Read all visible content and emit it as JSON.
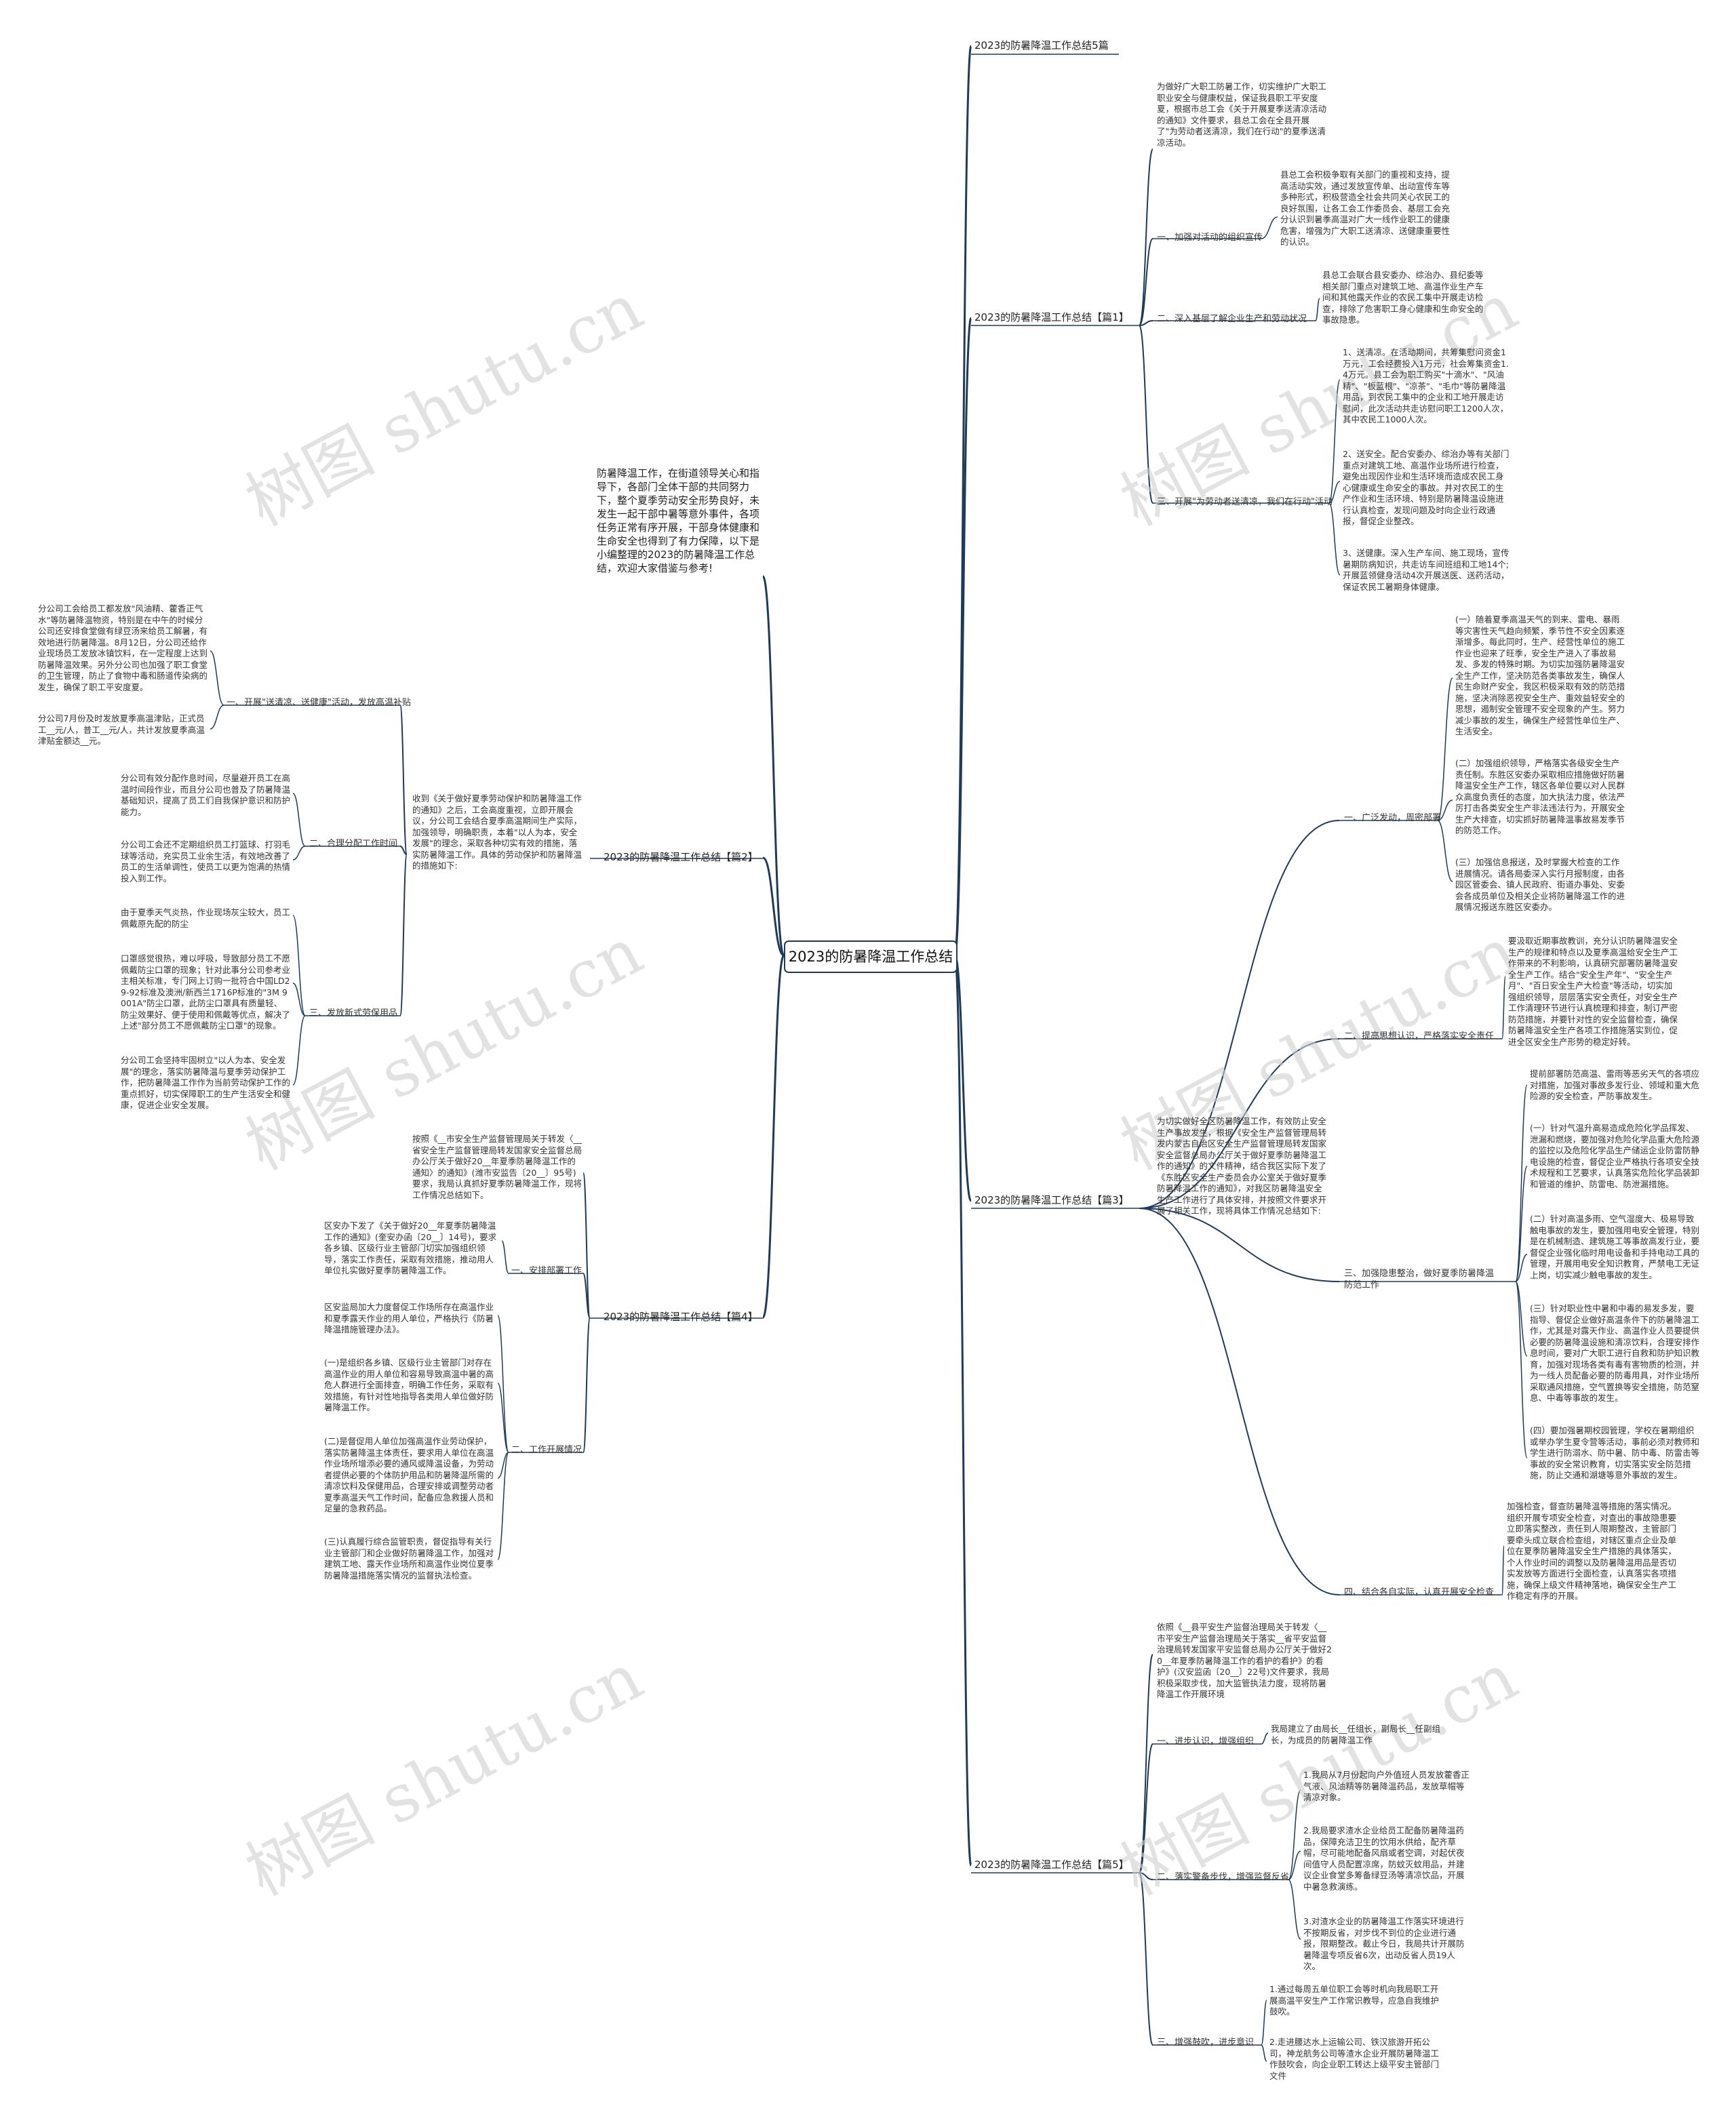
{
  "root": "2023的防暑降温工作总结",
  "intro": "防暑降温工作，在街道领导关心和指导下，各部门全体干部的共同努力下，整个夏季劳动安全形势良好，未发生一起干部中暑等意外事件，各项任务正常有序开展，干部身体健康和生命安全也得到了有力保障，以下是小编整理的2023的防暑降温工作总结，欢迎大家借鉴与参考!",
  "watermark": "树图 shutu.cn",
  "sections": {
    "s0": "2023的防暑降温工作总结5篇",
    "s1": "2023的防暑降温工作总结【篇1】",
    "s2": "2023的防暑降温工作总结【篇2】",
    "s3": "2023的防暑降温工作总结【篇3】",
    "s4": "2023的防暑降温工作总结【篇4】",
    "s5": "2023的防暑降温工作总结【篇5】"
  },
  "p1": {
    "intro": "为做好广大职工防暑工作，切实维护广大职工职业安全与健康权益，保证我县职工平安度夏，根据市总工会《关于开展夏季送清凉活动的通知》文件要求，县总工会在全县开展了\"为劳动者送清凉，我们在行动\"的夏季送清凉活动。",
    "b1_label": "一、加强对活动的组织宣传",
    "b1_text": "县总工会积极争取有关部门的重视和支持，提高活动实效，通过发放宣传单、出动宣传车等多种形式，积极营造全社会共同关心农民工的良好氛围，让各工会工作委员会、基层工会充分认识到暑季高温对广大一线作业职工的健康危害，增强为广大职工送清凉、送健康重要性的认识。",
    "b2_label": "二、深入基层了解企业生产和劳动状况",
    "b2_text": "县总工会联合县安委办、综治办、县纪委等相关部门重点对建筑工地、高温作业生产车间和其他露天作业的农民工集中开展走访检查，排除了危害职工身心健康和生命安全的事故隐患。",
    "b3_label": "三、开展\"为劳动者送清凉，我们在行动\"活动",
    "b3_i1": "1、送清凉。在活动期间，共筹集慰问资金1万元，工会经费投入1万元，社会筹集资金1.4万元。县工会为职工购买\"十滴水\"、\"风油精\"、\"板蓝根\"、\"凉茶\"、\"毛巾\"等防暑降温用品，到农民工集中的企业和工地开展走访慰问，此次活动共走访慰问职工1200人次，其中农民工1000人次。",
    "b3_i2": "2、送安全。配合安委办、综治办等有关部门重点对建筑工地、高温作业场所进行检查，避免出现因作业和生活环境而造成农民工身心健康或生命安全的事故。并对农民工的生产作业和生活环境、特别是防暑降温设施进行认真检查，发现问题及时向企业行政通报，督促企业整改。",
    "b3_i3": "3、送健康。深入生产车间、施工现场，宣传暑期防病知识，共走访车间班组和工地14个;开展蓝领健身活动4次开展送医、送药活动，保证农民工暑期身体健康。"
  },
  "p2": {
    "intro": "收到《关于做好夏季劳动保护和防暑降温工作的通知》之后，工会高度重视，立即开展会议，分公司工会结合夏季高温期间生产实际，加强领导，明确职责，本着\"以人为本，安全发展\"的理念，采取各种切实有效的措施，落实防暑降温工作。具体的劳动保护和防暑降温的措施如下:",
    "b1_label": "一、开展\"送清凉、送健康\"活动，发放高温补贴",
    "b1_t1": "分公司工会给员工都发放\"风油精、藿香正气水\"等防暑降温物资，特别是在中午的时候分公司还安排食堂做有绿豆汤来给员工解暑，有效地进行防暑降温。8月12日，分公司还给作业现场员工发放冰镇饮料，在一定程度上达到防暑降温效果。另外分公司也加强了职工食堂的卫生管理，防止了食物中毒和肠道传染病的发生，确保了职工平安度夏。",
    "b1_t2": "分公司7月份及时发放夏季高温津贴，正式员工__元/人，普工__元/人，共计发放夏季高温津贴金额达__元。",
    "b2_label": "二、合理分配工作时间",
    "b2_t1": "分公司有效分配作息时间，尽量避开员工在高温时间段作业，而且分公司也普及了防暑降温基础知识，提高了员工们自我保护意识和防护能力。",
    "b2_t2": "分公司工会还不定期组织员工打篮球、打羽毛球等活动，充实员工业余生活，有效地改善了员工的生活单调性，使员工以更为饱满的热情投入到工作。",
    "b3_label": "三、发放新式劳保用品",
    "b3_t1": "由于夏季天气炎热，作业现场灰尘较大，员工佩戴原先配的防尘",
    "b3_t2": "口罩感觉很热，难以呼吸，导致部分员工不愿佩戴防尘口罩的现象；针对此事分公司参考业主相关标准，专门网上订购一批符合中国LD29-92标准及澳洲/新西兰1716P标准的\"3M 9001A\"防尘口罩，此防尘口罩具有质量轻、防尘效果好、便于使用和佩戴等优点，解决了上述\"部分员工不愿佩戴防尘口罩\"的现象。",
    "b3_t3": "分公司工会坚持牢固树立\"以人为本、安全发展\"的理念，落实防暑降温与夏季劳动保护工作，把防暑降温工作作为当前劳动保护工作的重点抓好，切实保障职工的生产生活安全和健康，促进企业安全发展。"
  },
  "p3": {
    "intro": "为切实做好全区防暑降温工作，有效防止安全生产事故发生，根据《安全生产监督管理局转发内蒙古自治区安全生产监督管理局转发国家安全监督总局办公厅关于做好夏季防暑降温工作的通知》的文件精神，结合我区实际下发了《东胜区安全生产委员会办公室关于做好夏季防暑降温工作的通知》，对我区防暑降温安全生产工作进行了具体安排，并按照文件要求开展了相关工作，现将具体工作情况总结如下:",
    "b1_label": "一、广泛发动，周密部署",
    "b1_t1": "(一）随着夏季高温天气的到来、雷电、暴雨等灾害性天气趋向频繁，季节性不安全因素逐渐增多。每此同时，生产、经营性单位的施工作业也迎来了旺季，安全生产进入了事故易发、多发的特殊时期。为切实加强防暑降温安全生产工作，坚决防范各类事故发生，确保人民生命财产安全，我区积极采取有效的防范措施，坚决消除恶视安全生产、重效益轻安全的思想，遏制安全管理不安全现象的产生。努力减少事故的发生，确保生产经营性单位生产、生活安全。",
    "b1_t2": "(二）加强组织领导，严格落实各级安全生产责任制。东胜区安委办采取相应措施做好防暑降温安全生产工作，辖区各单位要以对人民群众高度负责任的态度，加大执法力度，依法严厉打击各类安全生产非法违法行为，开展安全生产大排查，切实抓好防暑降温事故易发季节的防范工作。",
    "b1_t3": "(三）加强信息报送，及时掌握大检查的工作进展情况。请各局委深入实行月报制度，由各园区管委会、镇人民政府、街道办事处、安委会各成员单位及相关企业将防暑降温工作的进展情况报送东胜区安委办。",
    "b2_label": "二、提高思想认识，严格落实安全责任",
    "b2_t1": "要汲取近期事故教训，充分认识防暑降温安全生产的规律和特点以及夏季高温给安全生产工作带来的不利影响，认真研究部署防暑降温安全生产工作。结合\"安全生产年\"、\"安全生产月\"、\"百日安全生产大检查\"等活动，切实加强组织领导，层层落实安全责任，对安全生产工作清理环节进行认真梳理和排查，制订严密防范措施，并要针对性的安全监督检查，确保防暑降温安全生产各项工作措施落实到位，促进全区安全生产形势的稳定好转。",
    "b3_label": "三、加强隐患整治，做好夏季防暑降温防范工作",
    "b3_t1": "提前部署防范高温、雷雨等恶劣天气的各项应对措施，加强对事故多发行业、领域和重大危险源的安全检查，严防事故发生。",
    "b3_t2": "(一）针对气温升高易造成危险化学品挥发、泄漏和燃烧，要加强对危险化学品重大危险源的监控以及危险化学品生产储运企业防雷防静电设施的检查，督促企业严格执行各项安全技术规程和工艺要求，认真落实危险化学品装卸和管道的维护、防雷电、防泄漏措施。",
    "b3_t3": "(二）针对高温多雨、空气湿度大、极易导致触电事故的发生，要加强用电安全管理，特别是在机械制造、建筑施工等事故高发行业，要督促企业强化临时用电设备和手持电动工具的管理，开展用电安全知识教育，严禁电工无证上岗，切实减少触电事故的发生。",
    "b3_t4": "(三）针对职业性中暑和中毒的易发多发，要指导、督促企业做好高温条件下的防暑降温工作，尤其是对露天作业、高温作业人员要提供必要的防暑降温设施和清凉饮料，合理安排作息时间，要对广大职工进行自救和防护知识教育，加强对现场各类有毒有害物质的检测，并为一线人员配备必要的防毒用具，对作业场所采取通风措施，空气置换等安全措施，防范窒息、中毒等事故的发生。",
    "b3_t5": "(四）要加强暑期校园管理，学校在暑期组织或举办学生夏令营等活动，事前必须对教师和学生进行防溺水、防中暑、防中毒、防雷击等事故的安全常识教育，切实落实安全防范措施，防止交通和湖塘等意外事故的发生。",
    "b4_label": "四、结合各自实际，认真开展安全检查",
    "b4_t1": "加强检查，督查防暑降温等措施的落实情况。组织开展专项安全检查，对查出的事故隐患要立即落实整改，责任到人限期整改，主管部门要牵头成立联合检查组，对辖区重点企业及单位在夏季防暑降温安全生产措施的具体落实，个人作业时间的调整以及防暑降温用品是否切实发放等方面进行全面检查，认真落实各项措施，确保上级文件精神落地，确保安全生产工作稳定有序的开展。"
  },
  "p4": {
    "intro": "按照《__市安全生产监督管理局关于转发〈__省安全生产监督管理局转发国家安全监督总局办公厅关于做好20__年夏季防暑降温工作的通知〉的通知》(潍市安监告〔20__〕95号)要求，我局认真抓好夏季防暑降温工作，现将工作情况总结如下。",
    "b1_label": "一、安排部署工作",
    "b1_t1": "区安办下发了《关于做好20__年夏季防暑降温工作的通知》(奎安办函〔20__〕14号)，要求各乡镇、区级行业主管部门切实加强组织领导，落实工作责任，采取有效措施，推动用人单位扎实做好夏季防暑降温工作。",
    "b2_label": "二、工作开展情况",
    "b2_t1": "区安监局加大力度督促工作场所存在高温作业和夏季露天作业的用人单位，严格执行《防暑降温措施管理办法》。",
    "b2_t2": "(一)是组织各乡镇、区级行业主管部门对存在高温作业的用人单位和容易导致高温中暑的高危人群进行全面排查，明确工作任务，采取有效措施，有针对性地指导各类用人单位做好防暑降温工作。",
    "b2_t3": "(二)是督促用人单位加强高温作业劳动保护，落实防暑降温主体责任，要求用人单位在高温作业场所增添必要的通风或降温设备，为劳动者提供必要的个体防护用品和防暑降温所需的清凉饮料及保健用品，合理安排或调整劳动者夏季高温天气工作时间，配备应急救援人员和足量的急救药品。",
    "b2_t4": "(三)认真履行综合监管职责，督促指导有关行业主管部门和企业做好防暑降温工作，加强对建筑工地、露天作业场所和高温作业岗位夏季防暑降温措施落实情况的监督执法检查。"
  },
  "p5": {
    "intro": "依照《__县平安生产监督治理局关于转发〈__市平安生产监督治理局关于落实__省平安监督治理局转发国家平安监督总局办公厅关于做好20__年夏季防暑降温工作的看护的看护》的看护》(汉安监函〔20__〕22号)文件要求，我局积极采取步伐，加大监管执法力度，现将防暑降温工作开展环境",
    "b1_label": "一、进步认识，增强组织",
    "b1_t1": "我局建立了由局长__任组长，副局长__任副组长，为成员的防暑降温工作",
    "b2_label": "二、落实警备步伐，增强监督反省",
    "b2_t1": "1.我局从7月份起向户外值班人员发放藿香正气液、风油精等防暑降温药品，发放草帽等清凉对象。",
    "b2_t2": "2.我局要求渣水企业给员工配备防暑降温药品，保障充洁卫生的饮用水供给，配齐草帽，尽可能地配备风扇或者空调，对起伏夜间值守人员配置凉席，防蚊灭蚊用品，并建议企业食堂多筹备绿豆汤等清凉饮品，开展中暑急救演练。",
    "b2_t3": "3.对渣水企业的防暑降温工作落实环境进行不按期反省，对步伐不到位的企业进行通报，限期整改。截止今日，我局共计开展防暑降温专项反省6次，出动反省人员19人次。",
    "b3_label": "三、增强鼓吹，进步意识",
    "b3_t1": "1.通过每周五单位职工会等时机向我局职工开展高温平安生产工作常识教导，应急自我维护鼓吹。",
    "b3_t2": "2.走进腰达水上运输公司、铁汉旅游开拓公司，神龙航务公司等渣水企业开展防暑降温工作鼓吹会，向企业职工转达上级平安主管部门文件"
  }
}
